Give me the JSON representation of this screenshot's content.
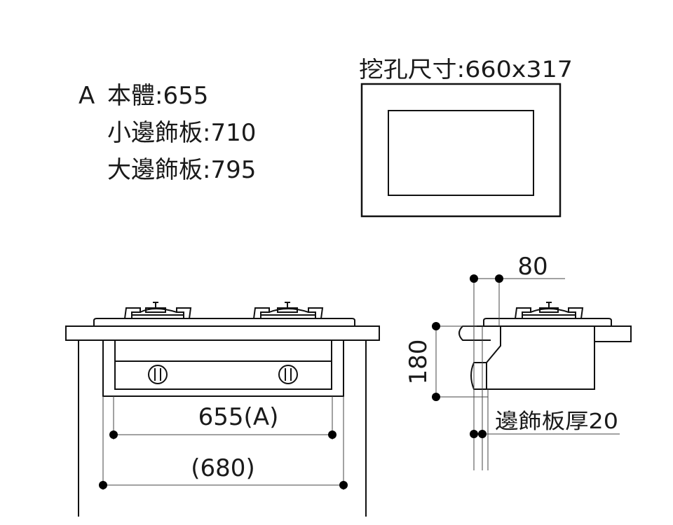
{
  "specs": {
    "label_a": "A",
    "body_text": "本體:655",
    "small_trim_text": "小邊飾板:710",
    "large_trim_text": "大邊飾板:795"
  },
  "cutout": {
    "text": "挖孔尺寸:660x317"
  },
  "dimensions": {
    "width_a": "655(A)",
    "width_total": "(680)",
    "side_offset": "80",
    "height": "180",
    "trim_thickness": "邊飾板厚20"
  }
}
